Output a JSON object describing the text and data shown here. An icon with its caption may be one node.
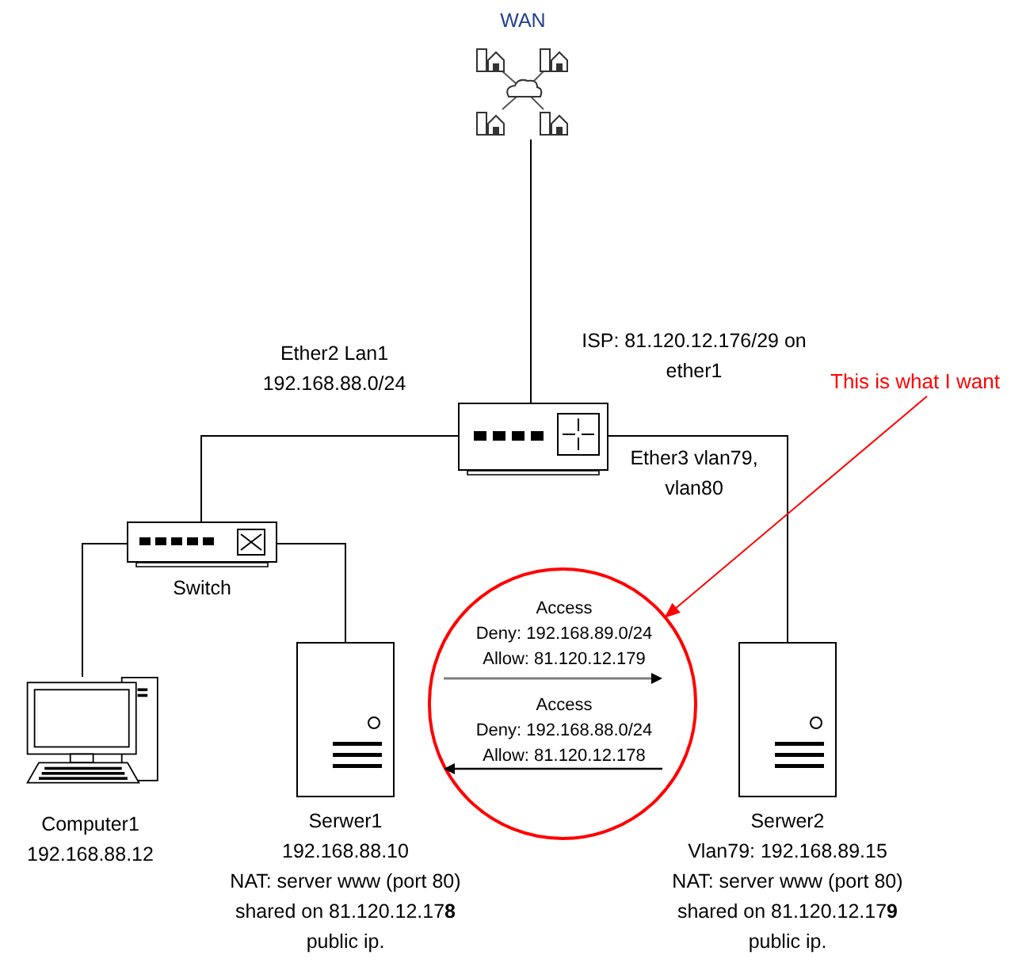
{
  "diagram": {
    "nodes": [
      {
        "text": [
          "WAN"
        ]
      },
      {
        "text": [],
        "shape": "picture"
      },
      {
        "text": [
          "Switch"
        ]
      },
      {
        "text": [
          "Computer1",
          "192.168.88.12"
        ]
      },
      {
        "text": [
          "Serwer1",
          "192.168.88.10",
          "NAT: server www (port 80) shared on 81.120.12.17**8** public ip."
        ]
      },
      {
        "text": [
          "Serwer2",
          "Vlan79: 192.168.89.15",
          "NAT: server www (port 80) shared on 81.120.12.17**9** public ip."
        ]
      },
      {
        "text": [
          "Access",
          "Deny: 192.168.89.0/24",
          "Allow: 81.120.12.179",
          "Access",
          "Deny: 192.168.88.0/24",
          "Allow: 81.120.12.178"
        ]
      },
      {
        "text": [
          "This is what I want"
        ]
      }
    ],
    "edges": [
      {
        "from": 0,
        "to": 1,
        "arrow": "none",
        "label": "ISP: 81.120.12.176/29 on ether1"
      },
      {
        "from": 1,
        "to": 2,
        "arrow": "none",
        "label": "Ether2 Lan1 192.168.88.0/24"
      },
      {
        "from": 1,
        "to": 5,
        "arrow": "none",
        "label": "Ether3 vlan79, vlan80"
      },
      {
        "from": 2,
        "to": 3,
        "arrow": "none"
      },
      {
        "from": 2,
        "to": 4,
        "arrow": "none"
      },
      {
        "from": 7,
        "to": 6,
        "arrow": "to",
        "color": "#ff0000"
      }
    ]
  }
}
